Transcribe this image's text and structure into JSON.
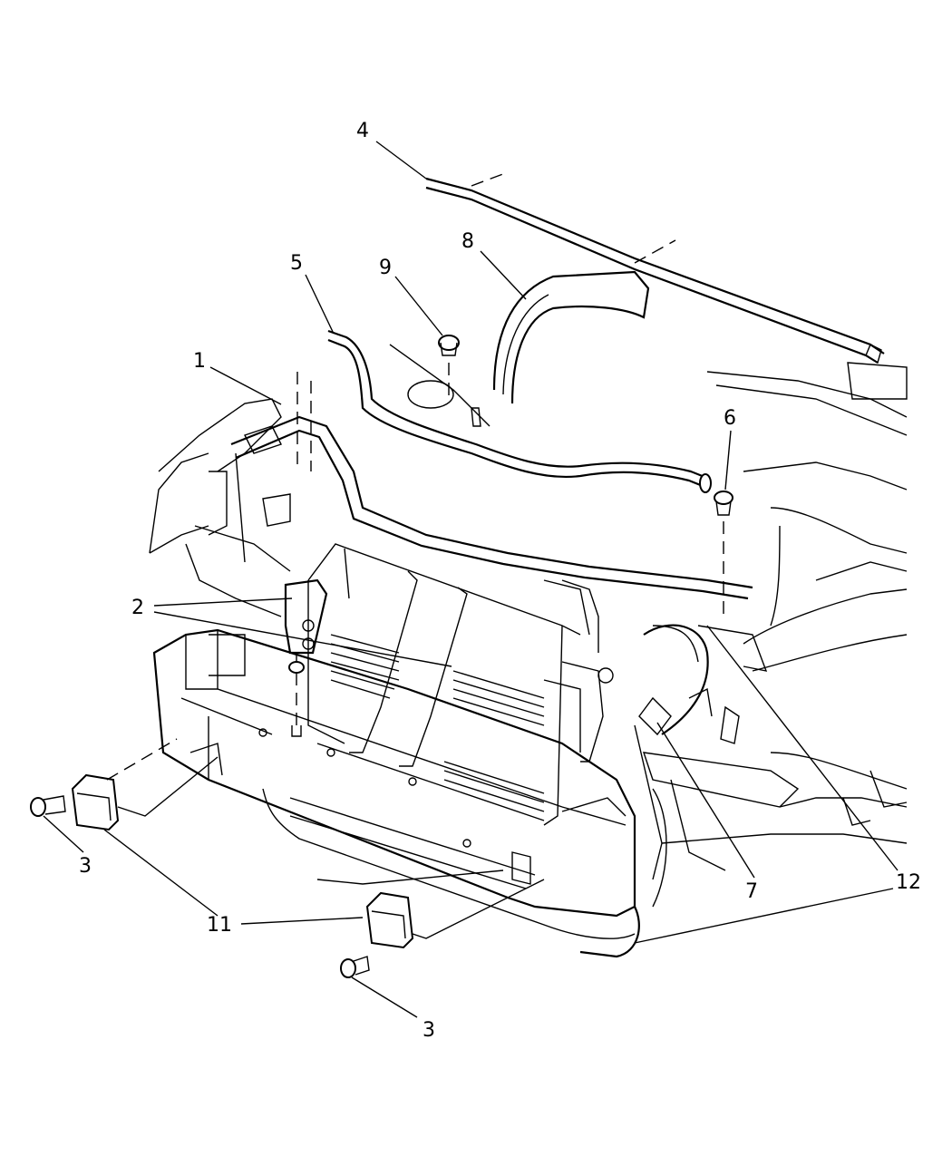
{
  "callouts": [
    {
      "id": "c1",
      "text": "1"
    },
    {
      "id": "c2",
      "text": "2"
    },
    {
      "id": "c3a",
      "text": "3"
    },
    {
      "id": "c3b",
      "text": "3"
    },
    {
      "id": "c4",
      "text": "4"
    },
    {
      "id": "c5",
      "text": "5"
    },
    {
      "id": "c6",
      "text": "6"
    },
    {
      "id": "c7",
      "text": "7"
    },
    {
      "id": "c8",
      "text": "8"
    },
    {
      "id": "c9",
      "text": "9"
    },
    {
      "id": "c11",
      "text": "11"
    },
    {
      "id": "c12",
      "text": "12"
    }
  ]
}
